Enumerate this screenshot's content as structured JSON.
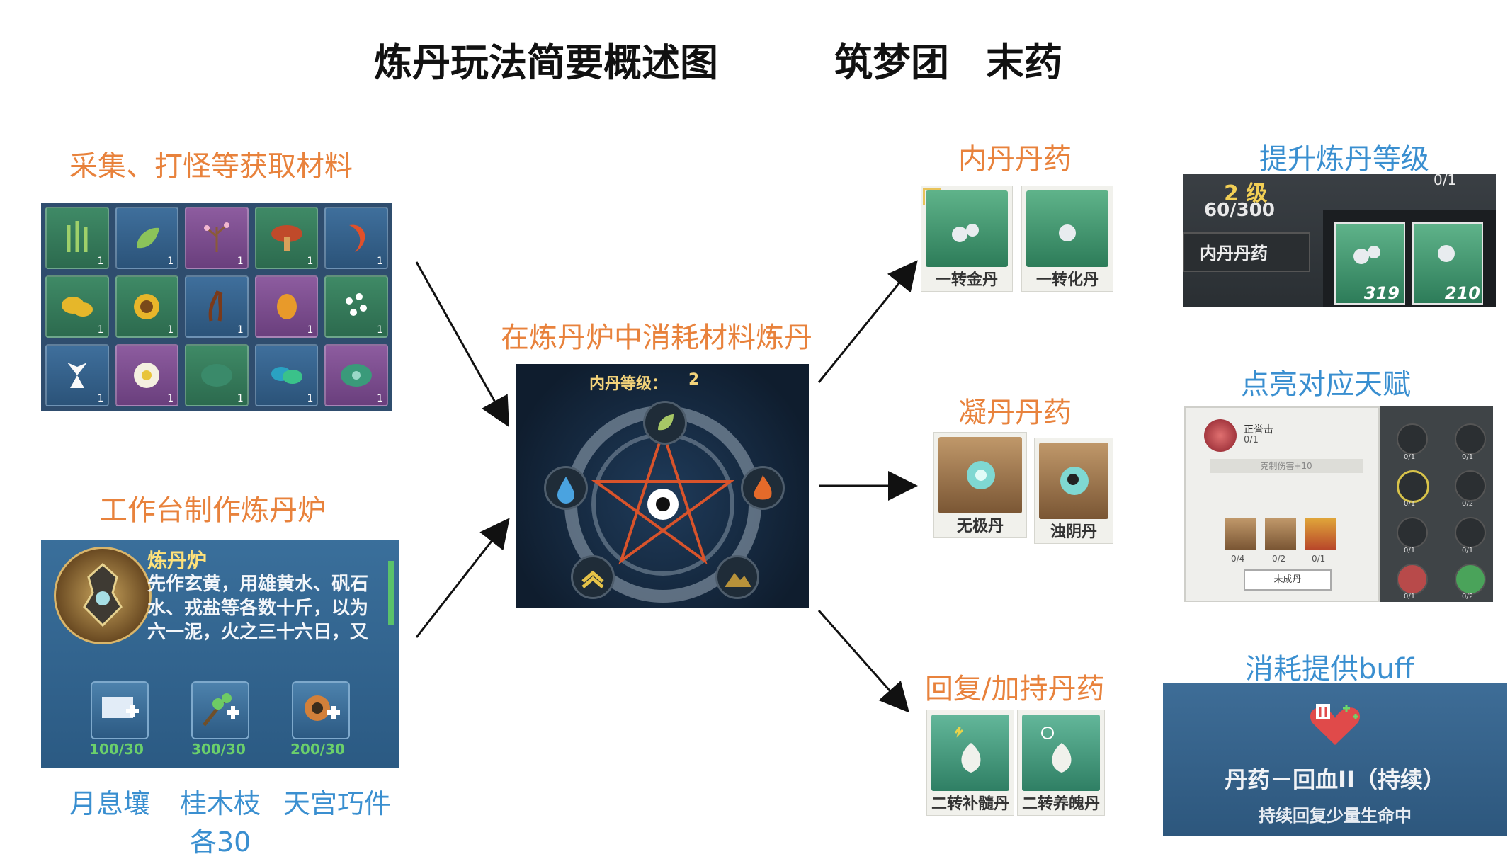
{
  "header": {
    "title": "炼丹玩法简要概述图",
    "team": "筑梦团",
    "author": "末药"
  },
  "sections": {
    "materials": "采集、打怪等获取材料",
    "workbench": "工作台制作炼丹炉",
    "center": "在炼丹炉中消耗材料炼丹",
    "inner_pills": "内丹丹药",
    "condense_pills": "凝丹丹药",
    "recover_pills": "回复/加持丹药",
    "upgrade": "提升炼丹等级",
    "talent": "点亮对应天赋",
    "buff": "消耗提供buff"
  },
  "materials_grid": {
    "quantity": "1",
    "colors": [
      "green",
      "blue",
      "purple",
      "green",
      "blue",
      "green",
      "green",
      "blue",
      "purple",
      "green",
      "blue",
      "purple",
      "green",
      "blue",
      "purple"
    ]
  },
  "furnace": {
    "title": "炼丹炉",
    "desc_lines": [
      "先作玄黄，用雄黄水、矾石",
      "水、戎盐等各数十斤，以为",
      "六一泥，火之三十六日，又"
    ],
    "counts": [
      "100/30",
      "300/30",
      "200/30"
    ]
  },
  "workbench_items": [
    "月息壤",
    "桂木枝",
    "天宫巧件"
  ],
  "workbench_note": "各30",
  "center_panel": {
    "level_label": "内丹等级：",
    "level_value": "2"
  },
  "pills": {
    "inner": [
      "一转金丹",
      "一转化丹"
    ],
    "condense": [
      "无极丹",
      "浊阴丹"
    ],
    "recover": [
      "二转补髓丹",
      "二转养魄丹"
    ]
  },
  "level_panel": {
    "level": "2 级",
    "progress": "60/300",
    "tab": "内丹丹药",
    "counts": [
      "319",
      "210"
    ],
    "corner": "0/1"
  },
  "talent_panel": {
    "name": "正誉击",
    "count": "0/1",
    "effect": "克制伤害+10",
    "slot_counts": [
      "0/4",
      "0/2",
      "0/1"
    ],
    "button": "未成丹",
    "side_counts": [
      "0/1",
      "0/1",
      "0/1",
      "0/2",
      "0/1",
      "0/1",
      "0/1",
      "0/2"
    ]
  },
  "buff_panel": {
    "title": "丹药－回血II（持续）",
    "desc": "持续回复少量生命中"
  },
  "colors": {
    "orange": "#e8823c",
    "blue": "#3a8fd0"
  }
}
